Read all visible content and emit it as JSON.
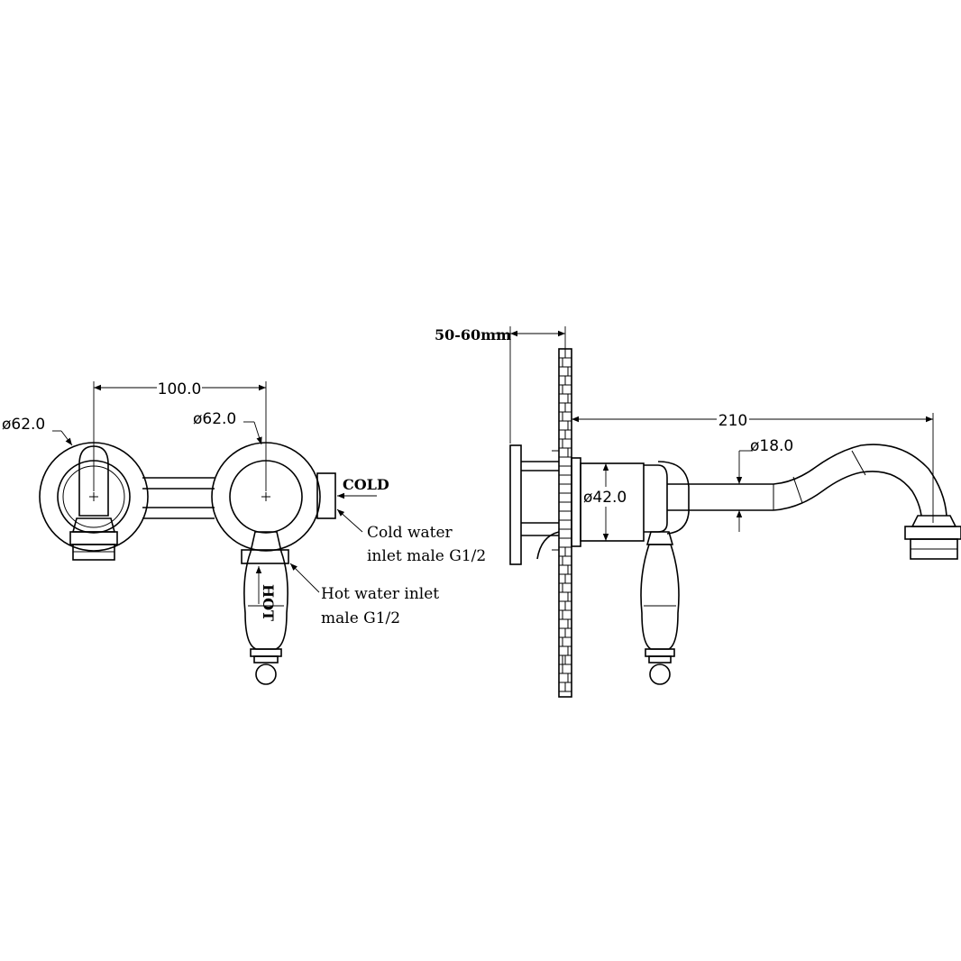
{
  "dimensions": {
    "spacing": "100.0",
    "left_flange_dia": "ø62.0",
    "right_flange_dia": "ø62.0",
    "wall_depth": "50-60mm",
    "spout_reach": "210",
    "spout_dia": "ø18.0",
    "body_dia": "ø42.0"
  },
  "labels": {
    "cold": "COLD",
    "hot": "HOT",
    "cold_inlet_line1": "Cold water",
    "cold_inlet_line2": "inlet male G1/2",
    "hot_inlet_line1": "Hot water inlet",
    "hot_inlet_line2": "male G1/2"
  }
}
